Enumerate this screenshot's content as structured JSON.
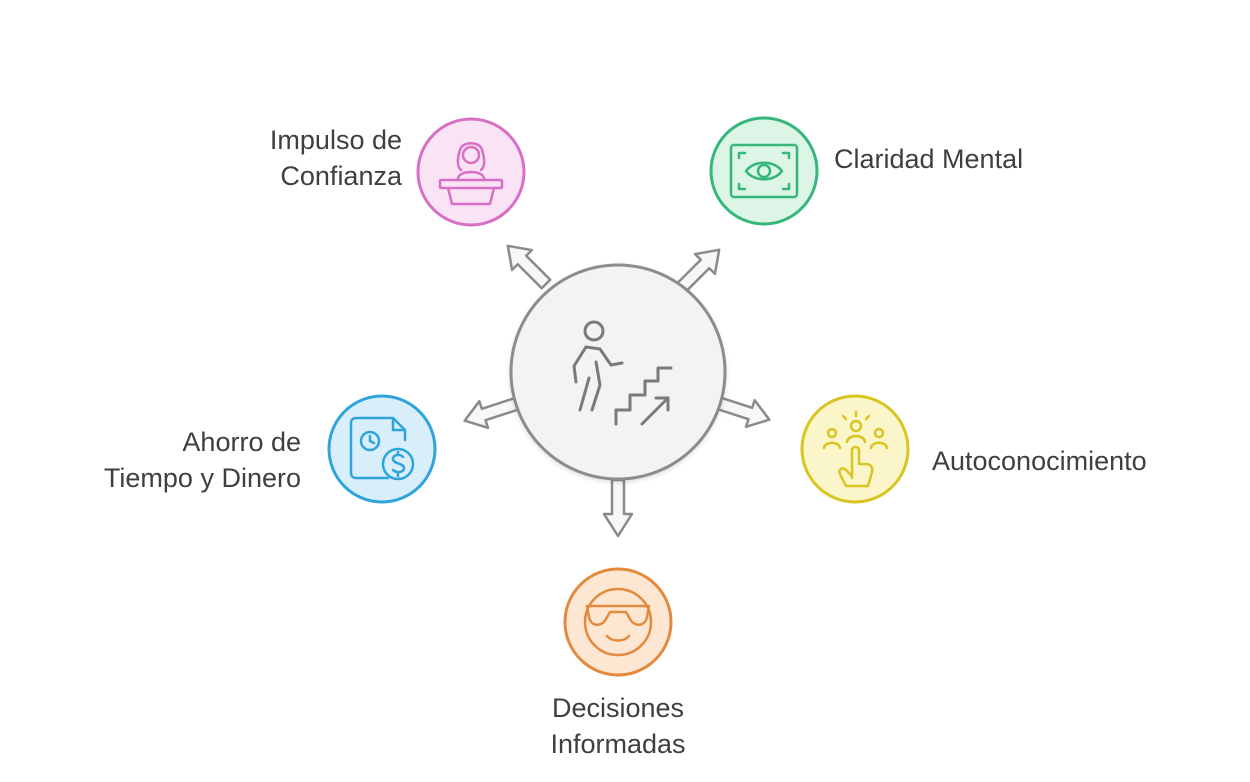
{
  "center": {
    "icon": "person-climbing-stairs-icon",
    "color": "#7a7a7a",
    "fill": "#f3f3f3"
  },
  "nodes": [
    {
      "id": "impulso",
      "icon": "speaker-at-podium-icon",
      "color": "#d86fc4",
      "fill": "#fbe3f6",
      "lines": [
        "Impulso de",
        "Confianza"
      ]
    },
    {
      "id": "claridad",
      "icon": "eye-focus-icon",
      "color": "#35b77a",
      "fill": "#dcf5e7",
      "lines": [
        "Claridad Mental"
      ]
    },
    {
      "id": "autoconocimiento",
      "icon": "group-pointing-icon",
      "color": "#d9c51f",
      "fill": "#fbf6c9",
      "lines": [
        "Autoconocimiento"
      ]
    },
    {
      "id": "decisiones",
      "icon": "sunglasses-face-icon",
      "color": "#e38a3e",
      "fill": "#fde7d2",
      "lines": [
        "Decisiones",
        "Informadas"
      ]
    },
    {
      "id": "ahorro",
      "icon": "document-clock-money-icon",
      "color": "#2fa3dc",
      "fill": "#d9eefb",
      "lines": [
        "Ahorro de",
        "Tiempo y Dinero"
      ]
    }
  ]
}
